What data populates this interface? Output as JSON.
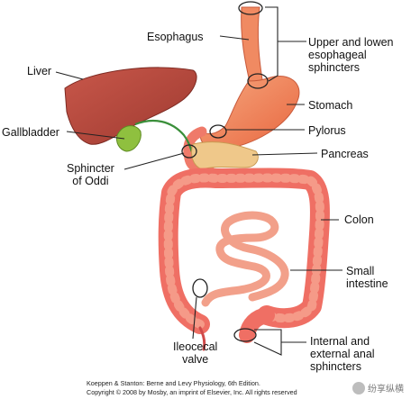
{
  "labels": {
    "esophagus": "Esophagus",
    "sphincters_upper_lower": [
      "Upper and lowen",
      "esophageal",
      "sphincters"
    ],
    "liver": "Liver",
    "stomach": "Stomach",
    "pylorus": "Pylorus",
    "gallbladder": "Gallbladder",
    "pancreas": "Pancreas",
    "sphincter_oddi": [
      "Sphincter",
      "of Oddi"
    ],
    "colon": "Colon",
    "small_intestine": [
      "Small",
      "intestine"
    ],
    "ileocecal_valve": [
      "Ileocecal",
      "valve"
    ],
    "anal_sphincters": [
      "Internal and",
      "external anal",
      "sphincters"
    ]
  },
  "credit": {
    "line1": "Koeppen & Stanton: Berne and Levy Physiology, 6th Edition.",
    "line2": "Copyright © 2008 by Mosby, an imprint of Elsevier, Inc. All rights reserved"
  },
  "watermark": {
    "text": "纷享纵横",
    "icon": "wechat-icon"
  },
  "colors": {
    "liver": "#b6473a",
    "stomach": "#ee7d52",
    "intestine": "#ef7a6a",
    "small_intestine": "#f2a08a",
    "gallbladder": "#8fc03f",
    "pancreas": "#efc88a",
    "leader_line": "#222222"
  }
}
